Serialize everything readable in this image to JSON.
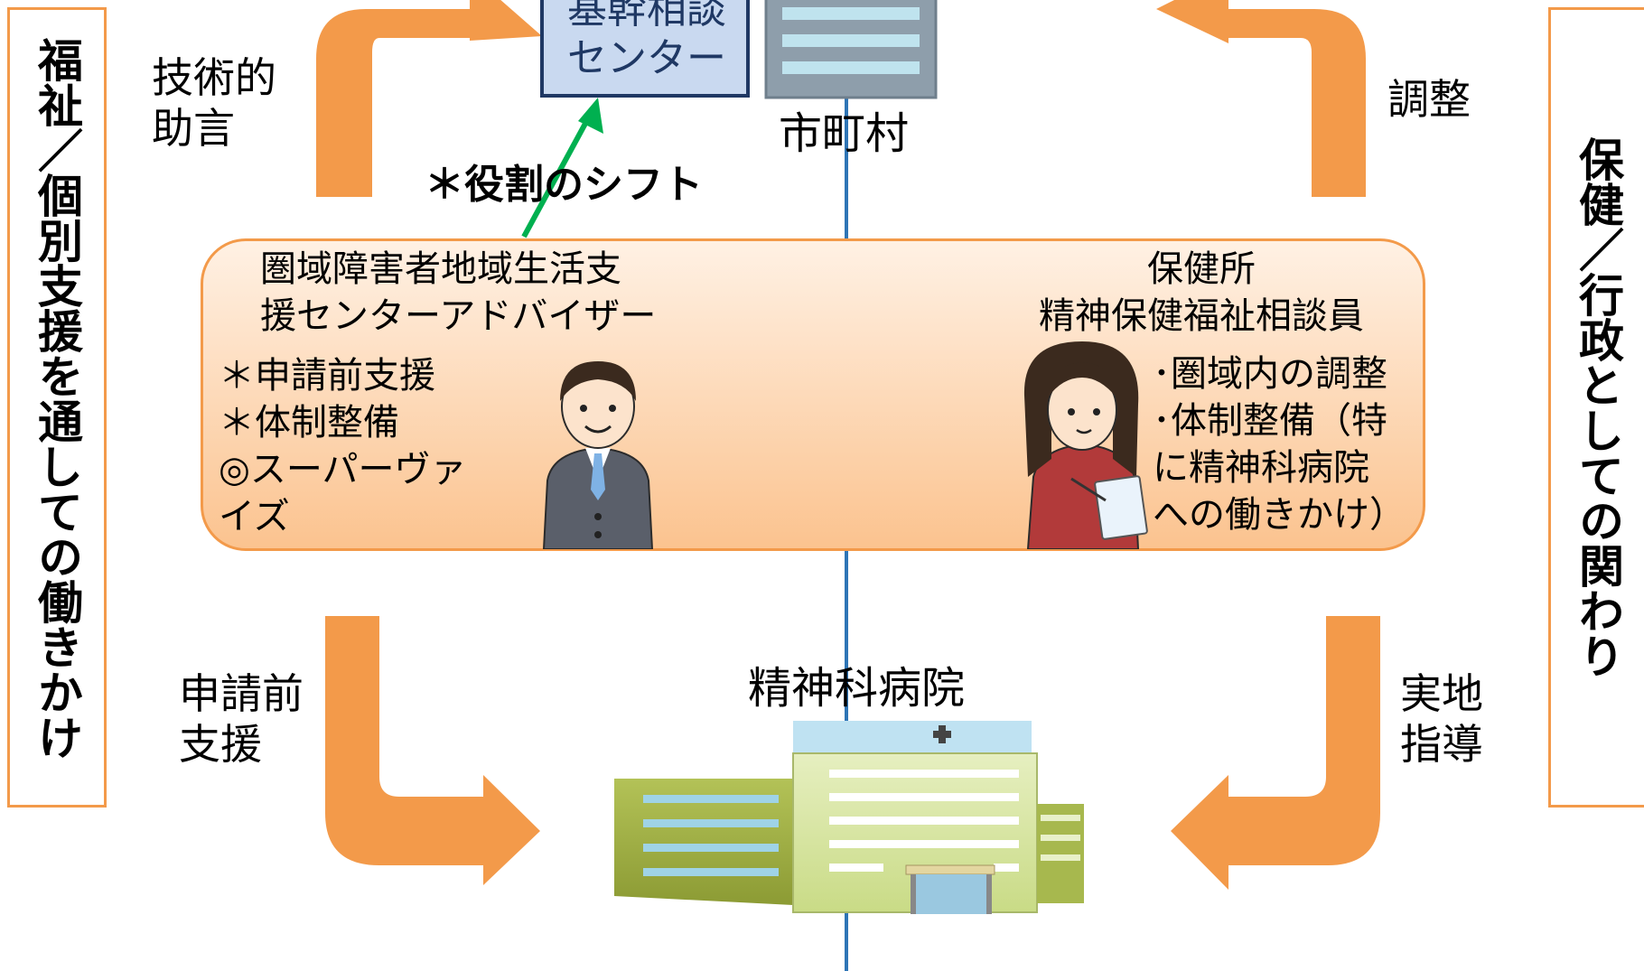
{
  "left_side": {
    "label": "福祉／個別支援を通しての働きかけ"
  },
  "right_side": {
    "label": "保健／行政としての関わり"
  },
  "center_top": {
    "box_label": "基幹相談\nセンター",
    "municipality_label": "市町村",
    "shift_label": "＊役割のシフト"
  },
  "arrows": {
    "top_left": "技術的\n助言",
    "top_right": "調整",
    "bottom_left": "申請前\n支援",
    "bottom_right": "実地\n指導"
  },
  "advisor": {
    "title": "圏域障害者地域生活支\n援センターアドバイザー",
    "roles": "＊申請前支援\n＊体制整備\n◎スーパーヴァ\nイズ"
  },
  "health_center": {
    "title": "保健所\n精神保健福祉相談員",
    "roles": "･圏域内の調整\n･体制整備（特\nに精神科病院\nへの働きかけ）"
  },
  "hospital": {
    "label": "精神科病院"
  },
  "colors": {
    "orange_arrow": "#F39A4A",
    "panel_gradient_top": "#FFF1E4",
    "panel_gradient_bottom": "#FBC38F",
    "center_box_fill": "#C9D9F0",
    "center_box_border": "#1F3864",
    "divider_line": "#2E75B6",
    "shift_arrow": "#00B050"
  }
}
